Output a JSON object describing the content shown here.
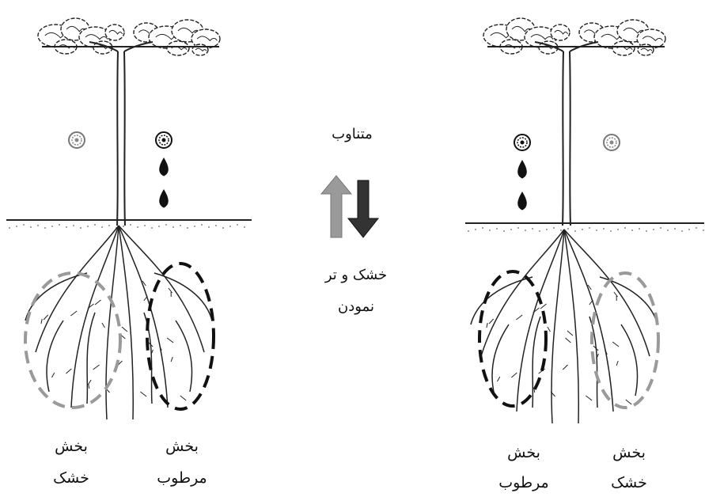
{
  "center": {
    "top_label": "متناوب",
    "bottom_label_line1": "خشک و تر",
    "bottom_label_line2": "نمودن",
    "arrow_up_color": "#9a9a9a",
    "arrow_down_color": "#333333"
  },
  "left_plant": {
    "dry_label_line1": "بخش",
    "dry_label_line2": "خشک",
    "wet_label_line1": "بخش",
    "wet_label_line2": "مرطوب",
    "emitters": [
      "inactive-emitter",
      "active-emitter"
    ]
  },
  "right_plant": {
    "wet_label_line1": "بخش",
    "wet_label_line2": "مرطوب",
    "dry_label_line1": "بخش",
    "dry_label_line2": "خشک",
    "emitters": [
      "active-emitter",
      "inactive-emitter"
    ]
  },
  "colors": {
    "wet_zone": "#111111",
    "dry_zone": "#9a9a9a",
    "ink": "#222222"
  }
}
